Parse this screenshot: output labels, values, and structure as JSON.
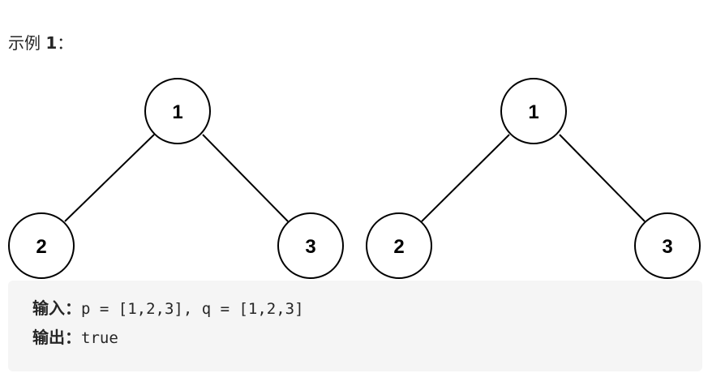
{
  "heading": {
    "prefix": "示例 ",
    "number": "1",
    "suffix": "："
  },
  "trees": [
    {
      "root": "1",
      "left": "2",
      "right": "3"
    },
    {
      "root": "1",
      "left": "2",
      "right": "3"
    }
  ],
  "io": {
    "input_label": "输入：",
    "input_value": "p = [1,2,3], q = [1,2,3]",
    "output_label": "输出：",
    "output_value": "true"
  }
}
